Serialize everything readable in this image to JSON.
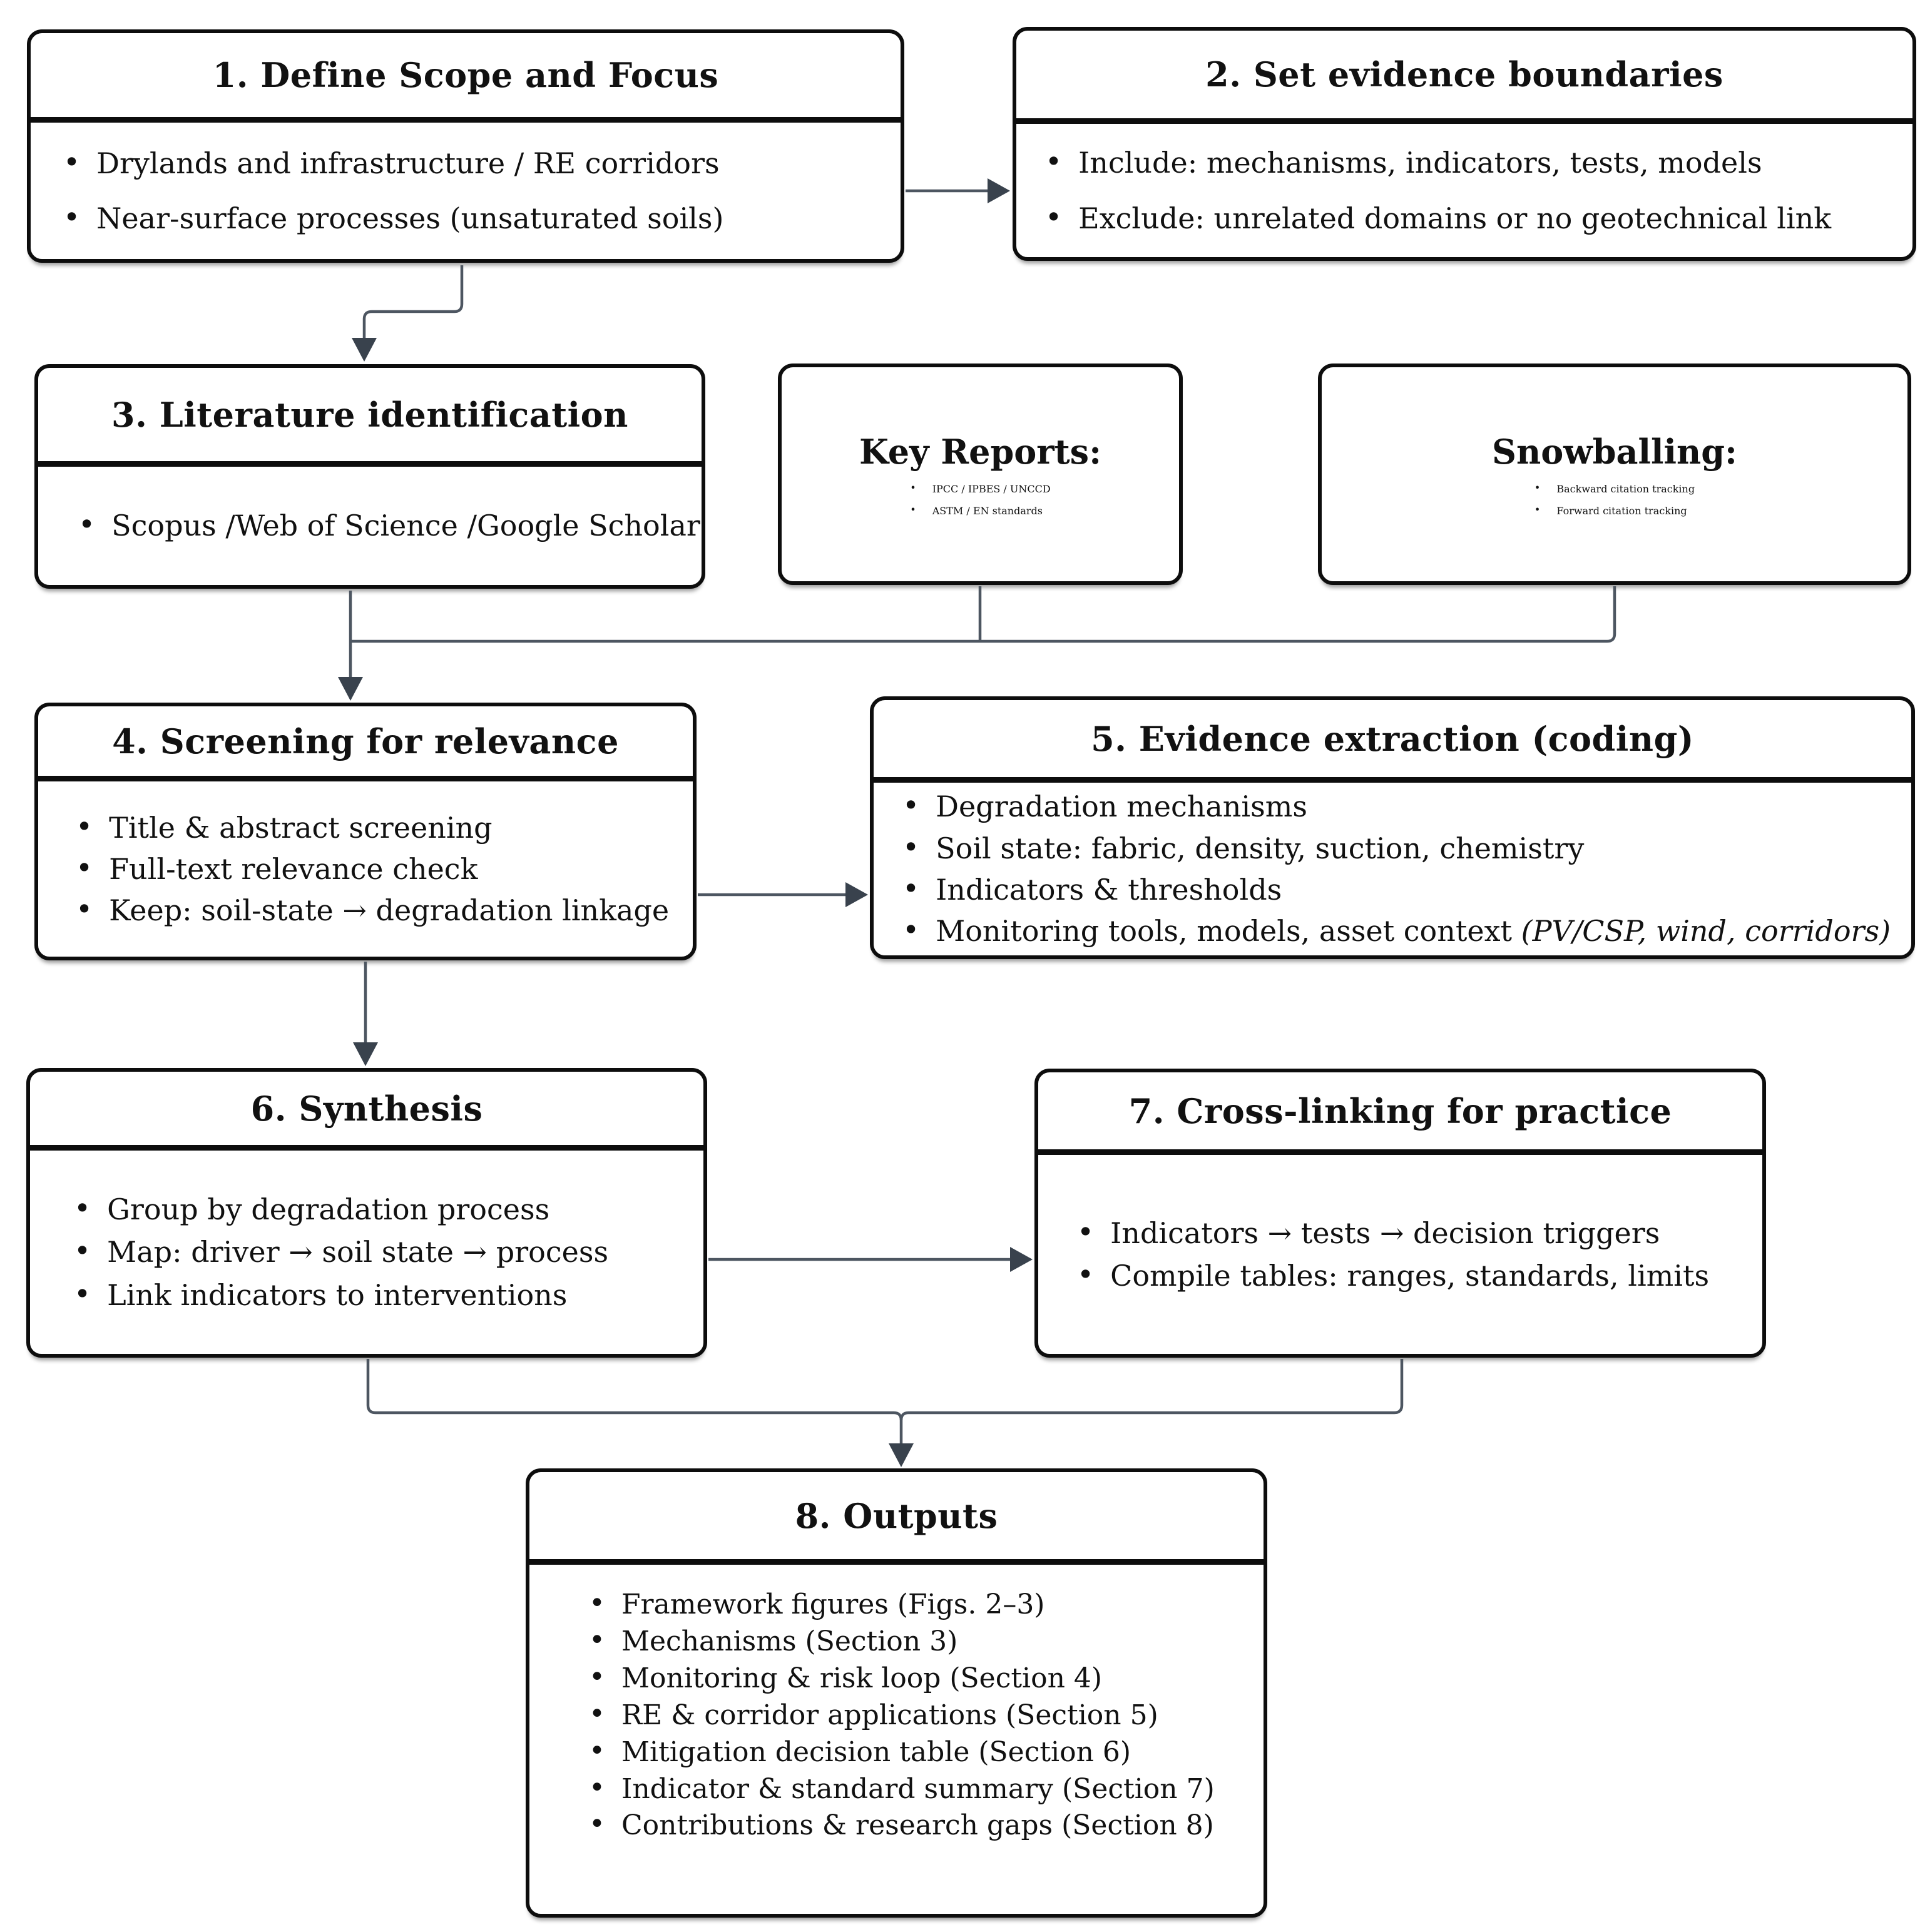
{
  "figure": {
    "type": "flowchart",
    "description": "Eight-step literature review methodology flowchart"
  },
  "boxes": {
    "step1": {
      "title": "1. Define Scope and Focus",
      "bullets": [
        "Drylands and infrastructure / RE corridors",
        "Near-surface processes (unsaturated soils)"
      ]
    },
    "step2": {
      "title": "2. Set evidence boundaries",
      "bullets": [
        "Include: mechanisms, indicators, tests, models",
        "Exclude: unrelated domains or no geotechnical link"
      ]
    },
    "step3": {
      "title": "3. Literature identification",
      "bullets": [
        "Scopus /Web of Science /Google Scholar"
      ]
    },
    "key_reports": {
      "title": "Key Reports:",
      "bullets": [
        "IPCC / IPBES / UNCCD",
        "ASTM / EN standards"
      ]
    },
    "snowballing": {
      "title": "Snowballing:",
      "bullets": [
        "Backward citation tracking",
        "Forward citation tracking"
      ]
    },
    "step4": {
      "title": "4. Screening for relevance",
      "bullets": [
        "Title & abstract screening",
        "Full-text relevance check",
        "Keep: soil-state → degradation linkage"
      ]
    },
    "step5": {
      "title": "5. Evidence extraction (coding)",
      "bullets": [
        "Degradation mechanisms",
        "Soil state: fabric, density, suction, chemistry",
        "Indicators & thresholds"
      ],
      "bullet4_main": "Monitoring tools, models, asset context ",
      "bullet4_italic": "(PV/CSP, wind, corridors)"
    },
    "step6": {
      "title": "6. Synthesis",
      "bullets": [
        "Group by degradation process",
        "Map: driver → soil state → process",
        "Link indicators to interventions"
      ]
    },
    "step7": {
      "title": "7. Cross-linking for practice",
      "bullets": [
        "Indicators → tests → decision triggers",
        "Compile tables: ranges, standards, limits"
      ]
    },
    "step8": {
      "title": "8. Outputs",
      "bullets": [
        "Framework figures (Figs. 2–3)",
        "Mechanisms (Section 3)",
        "Monitoring & risk loop (Section 4)",
        "RE & corridor applications (Section 5)",
        "Mitigation decision table (Section 6)",
        "Indicator & standard summary (Section 7)",
        "Contributions & research gaps (Section 8)"
      ]
    }
  },
  "colors": {
    "background": "#ffffff",
    "box_border": "#0d0d0d",
    "text": "#111111",
    "connector_line": "#4d5661",
    "arrowhead": "#39424d"
  }
}
